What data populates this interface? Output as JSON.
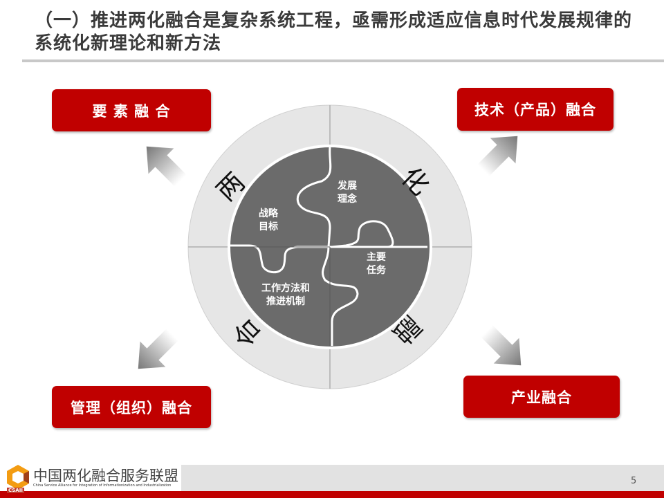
{
  "title": "（一）推进两化融合是复杂系统工程，亟需形成适应信息时代发展规律的系统化新理论和新方法",
  "boxes": {
    "top_left": "要 素 融 合",
    "top_right": "技术（产品）融合",
    "bottom_left": "管理（组织）融合",
    "bottom_right": "产业融合"
  },
  "ring": {
    "char1": "两",
    "char2": "化",
    "char3": "融",
    "char4": "合"
  },
  "puzzle": {
    "top_left": [
      "战略",
      "目标"
    ],
    "top_right": [
      "发展",
      "理念"
    ],
    "bottom_right": [
      "主要",
      "任务"
    ],
    "bottom_left": [
      "工作方法和",
      "推进机制"
    ]
  },
  "footer": {
    "org_cn": "中国两化融合服务联盟",
    "org_en": "China Service Alliance for Integration of Informationization and Industrialization",
    "abbr": "CSAII",
    "page": "5"
  },
  "colors": {
    "accent": "#c00000",
    "puzzle": "#6b6b6b",
    "ring": "#e6e6e6"
  }
}
